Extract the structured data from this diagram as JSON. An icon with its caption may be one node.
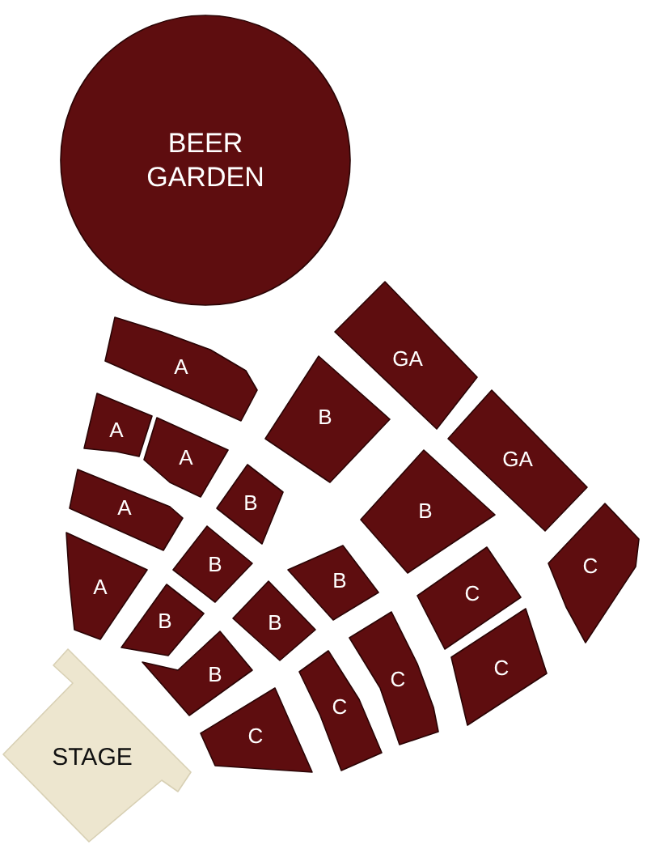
{
  "diagram": {
    "nodes": [
      {
        "text": [
          "BEER GARDEN"
        ]
      },
      {
        "text": [
          "GA"
        ]
      },
      {
        "text": [
          "A"
        ]
      },
      {
        "text": [
          "B"
        ]
      },
      {
        "text": [
          "A"
        ]
      },
      {
        "text": [
          "A"
        ]
      },
      {
        "text": [
          "GA"
        ]
      },
      {
        "text": [
          "B"
        ]
      },
      {
        "text": [
          "A"
        ]
      },
      {
        "text": [
          "B"
        ]
      },
      {
        "text": [
          "C"
        ]
      },
      {
        "text": [
          "B"
        ]
      },
      {
        "text": [
          "B"
        ]
      },
      {
        "text": [
          "A"
        ]
      },
      {
        "text": [
          "C"
        ]
      },
      {
        "text": [
          "B"
        ]
      },
      {
        "text": [
          "B"
        ]
      },
      {
        "text": [
          "C"
        ]
      },
      {
        "text": [
          "C"
        ]
      },
      {
        "text": [
          "C"
        ]
      },
      {
        "text": [
          "B"
        ]
      },
      {
        "text": [
          "STAGE"
        ]
      },
      {
        "text": [
          "C"
        ]
      }
    ]
  }
}
